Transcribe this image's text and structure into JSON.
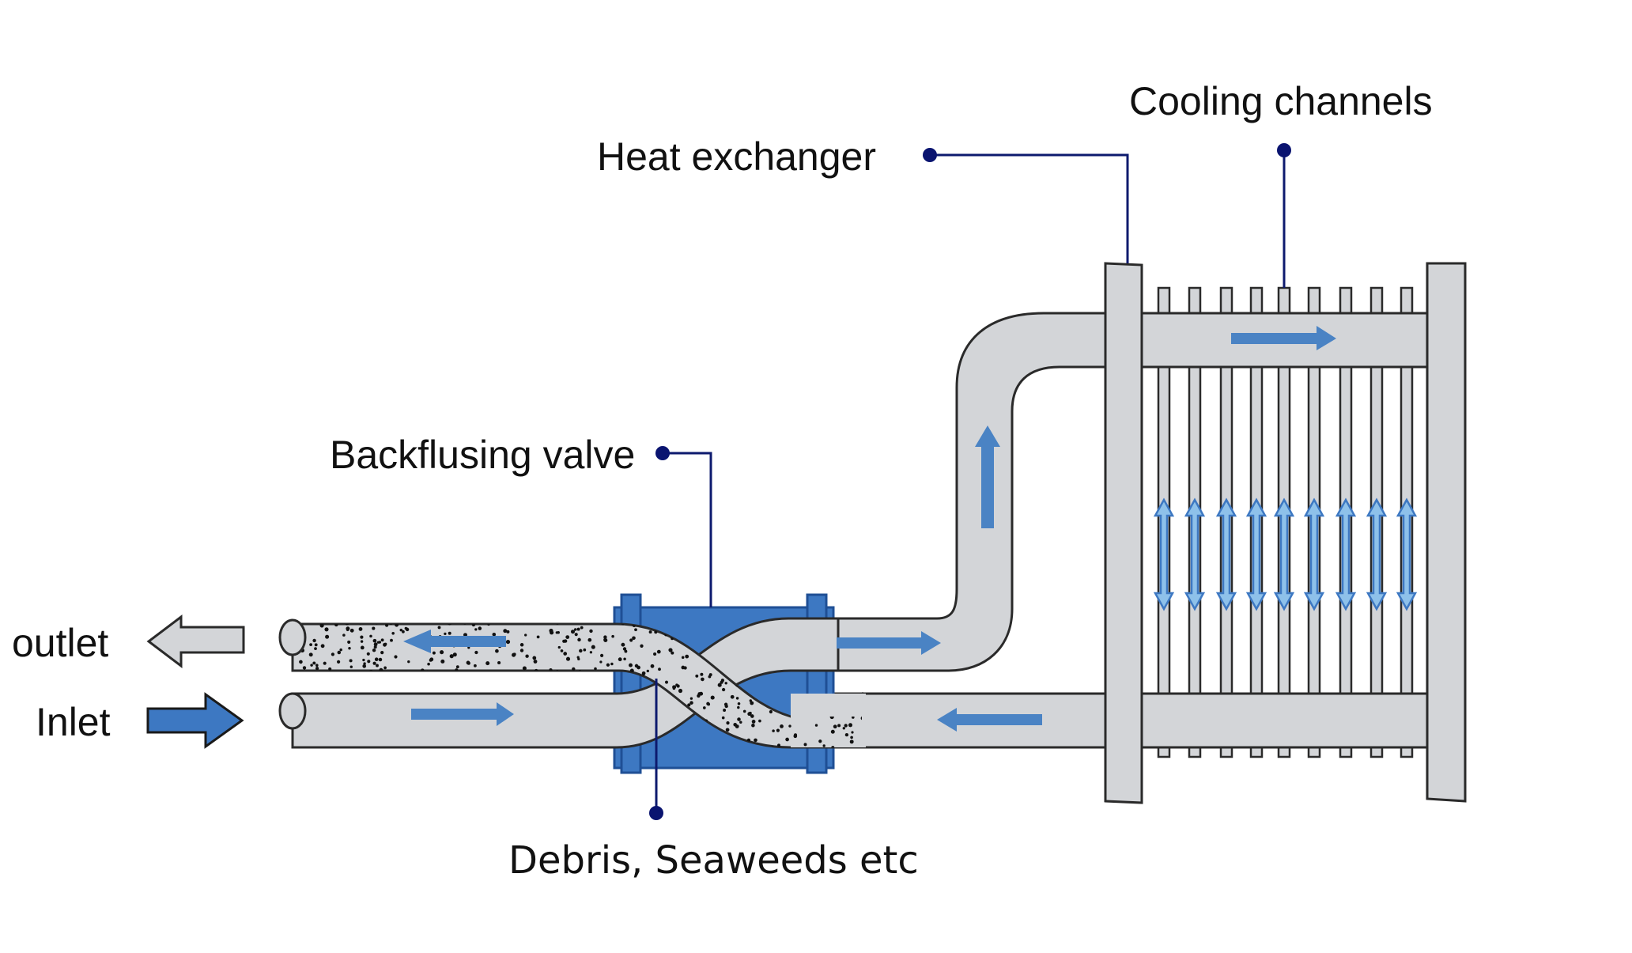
{
  "labels": {
    "cooling_channels": "Cooling channels",
    "heat_exchanger": "Heat exchanger",
    "backflushing_valve": "Backflusing valve",
    "outlet": "outlet",
    "inlet": "Inlet",
    "debris": "Debris, Seaweeds etc"
  },
  "colors": {
    "pipe_fill": "#d3d5d8",
    "pipe_stroke": "#2a2a2a",
    "valve_blue": "#3d78c2",
    "valve_dark": "#1f4f95",
    "arrow_blue": "#4a83c4",
    "channel_arrow": "#8ec1ea",
    "leader_line": "#0d1a6e",
    "leader_dot": "#0a1470",
    "debris_dot": "#111111"
  },
  "icons": {
    "outlet_arrow": "arrow-left-icon",
    "inlet_arrow": "arrow-right-icon"
  }
}
